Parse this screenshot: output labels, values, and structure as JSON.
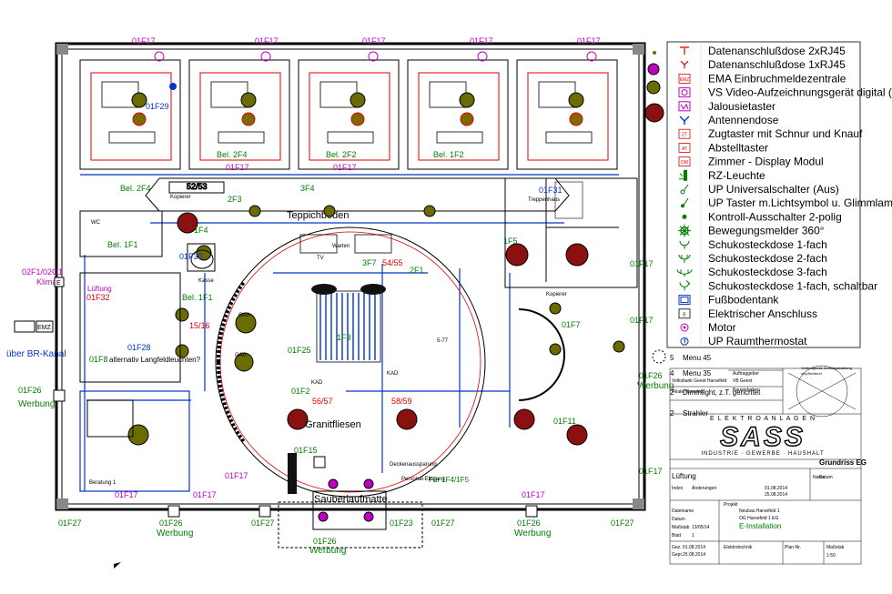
{
  "legend": [
    {
      "icon": "datenanschluss-2x-icon",
      "label": "Datenanschlußdose 2xRJ45"
    },
    {
      "icon": "datenanschluss-1x-icon",
      "label": "Datenanschlußdose 1xRJ45"
    },
    {
      "icon": "ema-icon",
      "label": "EMA Einbruchmeldezentrale",
      "code": "EMZ"
    },
    {
      "icon": "video-recorder-icon",
      "label": "VS Video-Aufzeichnungsgerät digital (AD)"
    },
    {
      "icon": "jalousie-taster-icon",
      "label": "Jalousietaster"
    },
    {
      "icon": "antenna-socket-icon",
      "label": "Antennendose"
    },
    {
      "icon": "pull-switch-icon",
      "label": "Zugtaster mit Schnur und Knauf",
      "code": "ZT"
    },
    {
      "icon": "cancel-button-icon",
      "label": "Abstelltaster",
      "code": "AT"
    },
    {
      "icon": "room-display-icon",
      "label": "Zimmer - Display Modul",
      "code": "DM"
    },
    {
      "icon": "rz-light-icon",
      "label": "RZ-Leuchte"
    },
    {
      "icon": "universal-switch-icon",
      "label": "UP Universalschalter (Aus)"
    },
    {
      "icon": "light-button-icon",
      "label": "UP Taster m.Lichtsymbol u. Glimmlampe"
    },
    {
      "icon": "control-switch-icon",
      "label": "Kontroll-Ausschalter 2-polig"
    },
    {
      "icon": "motion-detector-icon",
      "label": "Bewegungsmelder 360°"
    },
    {
      "icon": "socket-1-icon",
      "label": "Schukosteckdose 1-fach"
    },
    {
      "icon": "socket-2-icon",
      "label": "Schukosteckdose 2-fach"
    },
    {
      "icon": "socket-3-icon",
      "label": "Schukosteckdose 3-fach"
    },
    {
      "icon": "socket-switched-icon",
      "label": "Schukosteckdose 1-fach, schaltbar"
    },
    {
      "icon": "floor-tank-icon",
      "label": "Fußbodentank"
    },
    {
      "icon": "electric-connection-icon",
      "label": "Elektrischer Anschluss",
      "code": "E"
    },
    {
      "icon": "motor-icon",
      "label": "Motor"
    },
    {
      "icon": "thermostat-icon",
      "label": "UP Raumthermostat"
    }
  ],
  "rooms": {
    "teppich": "Teppichboden",
    "granit": "Granitfliesen",
    "sauber": "Sauberlaufmatte",
    "warten": "Warten",
    "tv": "TV",
    "kasse": "Kasse",
    "kopierer1": "Kopierer",
    "kopierer2": "Kopierer",
    "beratung": "Beratung 1",
    "treppe": "Treppenhaus",
    "wc": "WC",
    "lueftung": "Lüftung",
    "eingang": "Personal-Eingang",
    "deckensparung": "Deckenaussparung",
    "gaa1": "GAA",
    "gaa2": "GAA",
    "kad1": "KAD",
    "kad2": "KAD"
  },
  "labels": {
    "circuit_top": "01F17",
    "circuit_bottom": "01F27",
    "werbung": "Werbung",
    "werbung_code": "01F26",
    "klima_code": "02F1/02Q1",
    "klima": "Klima",
    "br_kanal": "über BR-Kanal",
    "alternativ": "alternativ Langfeldleuchten?",
    "menu45": "Menu 45",
    "menu35": "Menu 35",
    "r5": "5",
    "r4": "4",
    "r2": "2",
    "dimmlight": "Dimmlight, z.T. gerichtet",
    "strahler": "Strahler",
    "gewerbe": "Vorbeugende Zentralgestaltung",
    "gewerbe_sub": "verpflichtend",
    "bel_2f4": "Bel. 2F4",
    "bel_1f1a": "Bel. 1F1",
    "bel_1f1b": "Bel. 1F1",
    "bel_2f2": "Bel. 2F2",
    "bel_1f2": "Bel. 1F2",
    "bel_1f2b": "Bel. 1F2",
    "f54_55": "54/55",
    "f52_53": "52/53",
    "f56_57": "56/57",
    "f58_59": "58/59",
    "f15_16": "15/16",
    "f1f5": "1F5",
    "f1f4": "1F4",
    "f1f3": "1F3",
    "f2f1": "2F1",
    "f3f7": "3F7",
    "f2f3": "2F3",
    "f3f4": "3F4",
    "f1f32": "01F32",
    "f1f30": "01F30",
    "f1f28": "01F28",
    "f1f25": "01F25",
    "f1f15": "01F15",
    "f1f23": "01F23",
    "f1f11": "01F11",
    "f1f31": "01F31",
    "f1f29": "01F29",
    "f1f8": "01F8",
    "f1f7": "01F7",
    "f1f2": "01F2",
    "f5_77": "5-77",
    "fuer": "Für 1F4/1F5"
  },
  "titleblock": {
    "brand": "SASS",
    "brand_top": "E L E K T R O A N L A G E N",
    "brand_sub": "INDUSTRIE · GEWERBE · HAUSHALT",
    "grundriss": "Grundriss EG",
    "project_label": "Projekt",
    "project": "Neubau Harsefeld 1",
    "project_addr": "OG Harsefeld 1 EG",
    "type": "E-Installation",
    "dept": "Elektrotechnik",
    "scale_label": "Maßstab",
    "scale": "1:50",
    "lueftung": "Lüftung",
    "volksbank": "Volksbank Geest Harsefeld",
    "auftraggeber": "Auftraggeber",
    "bauvorhaben": "Bauvorhaben",
    "vb_geest": "VB Geest",
    "filiale": "Filiale Harsefeld",
    "datum_label": "Datum",
    "name_label": "Name",
    "gez": "Gez.",
    "gepr": "Gepr.",
    "date1": "01.08.2014",
    "date2": "25.08.2014",
    "index_label": "Index",
    "aend_label": "Änderungen",
    "plan_label": "Plan-Nr.",
    "plan": "13/05/14",
    "blatt_label": "Blatt",
    "blatt": "1",
    "rows": [
      "Dateiname",
      "Datum",
      "Maßstab",
      "Blatt"
    ]
  }
}
